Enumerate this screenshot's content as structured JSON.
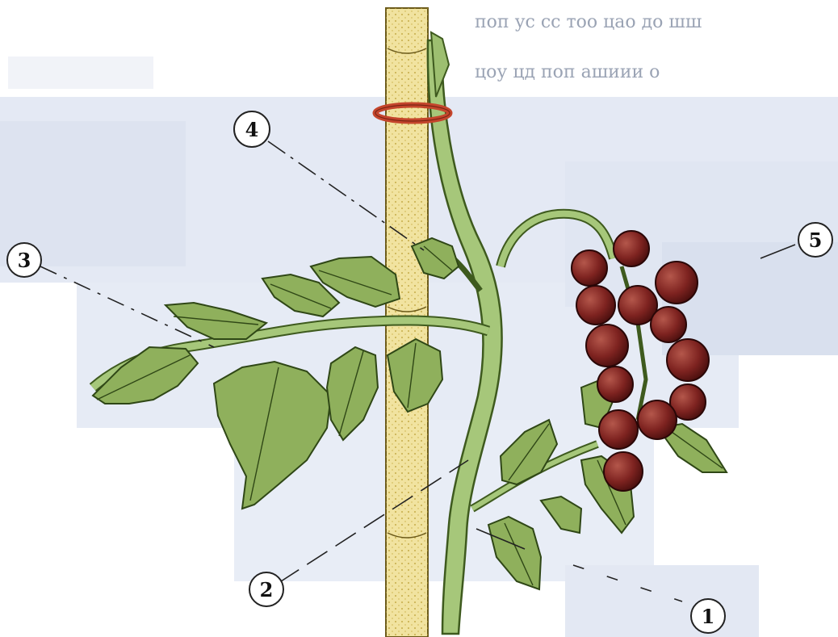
{
  "diagram": {
    "labels": [
      {
        "id": "1",
        "text": "1"
      },
      {
        "id": "2",
        "text": "2"
      },
      {
        "id": "3",
        "text": "3"
      },
      {
        "id": "4",
        "text": "4"
      },
      {
        "id": "5",
        "text": "5"
      }
    ],
    "background_text": {
      "line1": "поп ус сс тоо цао до шш",
      "line2": "цоу цд поп ашиии о"
    }
  }
}
